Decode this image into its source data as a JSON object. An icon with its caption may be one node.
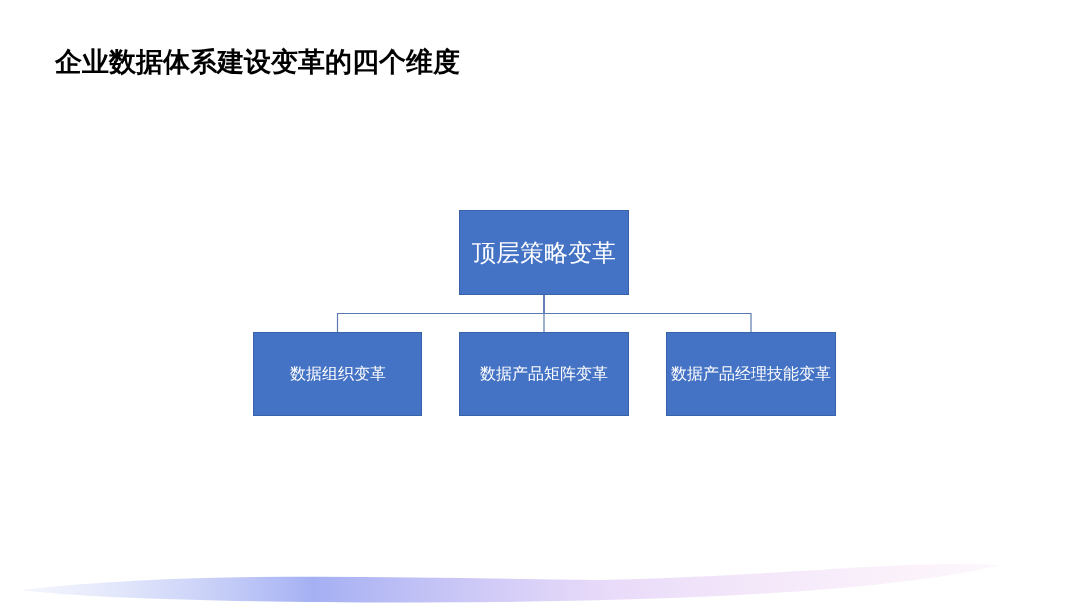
{
  "diagram": {
    "title": "企业数据体系建设变革的四个维度",
    "nodes": [
      {
        "text": [
          "顶层策略变革"
        ]
      },
      {
        "text": [
          "数据组织变革"
        ]
      },
      {
        "text": [
          "数据产品矩阵变革"
        ]
      },
      {
        "text": [
          "数据产品经理技能变革"
        ]
      }
    ],
    "edges": [
      {
        "from": 0,
        "to": 1,
        "arrow": "none"
      },
      {
        "from": 0,
        "to": 2,
        "arrow": "none"
      },
      {
        "from": 0,
        "to": 3,
        "arrow": "none"
      }
    ]
  }
}
